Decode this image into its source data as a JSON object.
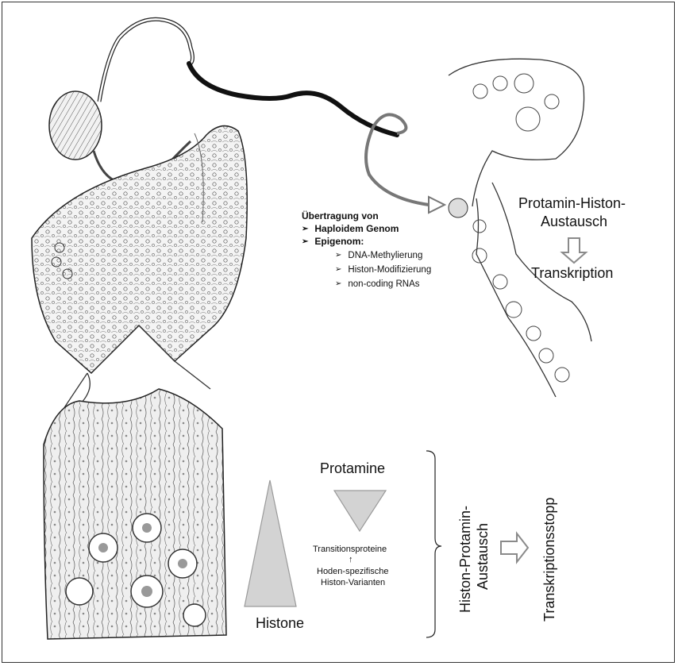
{
  "transfer": {
    "heading": "Übertragung von",
    "items": [
      "Haploidem Genom",
      "Epigenom:"
    ],
    "sub_items": [
      "DNA-Methylierung",
      "Histon-Modifizierung",
      "non-coding RNAs"
    ]
  },
  "exchange_top": {
    "line1": "Protamin-Histon-",
    "line2": "Austausch",
    "result": "Transkription"
  },
  "protein_scheme": {
    "protamine": "Protamine",
    "transition": "Transitionsproteine",
    "arrow": "↑",
    "variants_line1": "Hoden-spezifische",
    "variants_line2": "Histon-Varianten",
    "histone": "Histone"
  },
  "exchange_bottom": {
    "line1": "Histon-Protamin-",
    "line2": "Austausch",
    "result": "Transkriptionsstopp"
  },
  "colors": {
    "triangle_fill": "#d3d3d3",
    "triangle_stroke": "#9a9a9a",
    "arrow_stroke": "#8a8a8a",
    "line": "#222222"
  }
}
